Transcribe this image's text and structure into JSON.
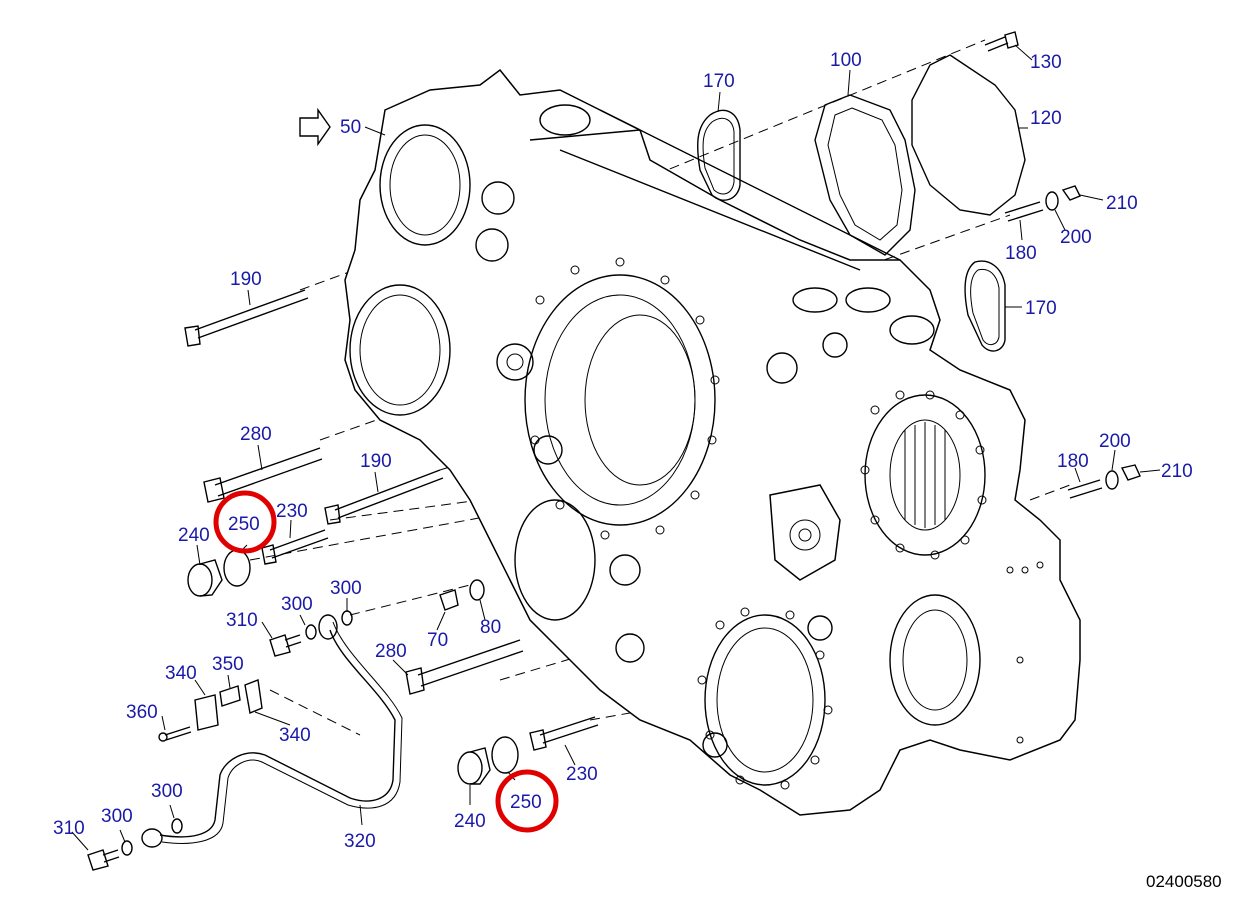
{
  "diagram": {
    "callouts": {
      "c50": "50",
      "c100": "100",
      "c130": "130",
      "c120": "120",
      "c170a": "170",
      "c170b": "170",
      "c210a": "210",
      "c200a": "200",
      "c180a": "180",
      "c190a": "190",
      "c190b": "190",
      "c280a": "280",
      "c280b": "280",
      "c230a": "230",
      "c230b": "230",
      "c250a": "250",
      "c250b": "250",
      "c240a": "240",
      "c240b": "240",
      "c300a": "300",
      "c300b": "300",
      "c300c": "300",
      "c300d": "300",
      "c310a": "310",
      "c310b": "310",
      "c70": "70",
      "c80": "80",
      "c340a": "340",
      "c340b": "340",
      "c350": "350",
      "c360": "360",
      "c320": "320",
      "c180b": "180",
      "c200b": "200",
      "c210b": "210"
    },
    "reference_number": "02400580",
    "highlight_color": "#e00000",
    "callout_color": "#1a1aa8",
    "highlighted_callouts": [
      "250",
      "250"
    ]
  }
}
